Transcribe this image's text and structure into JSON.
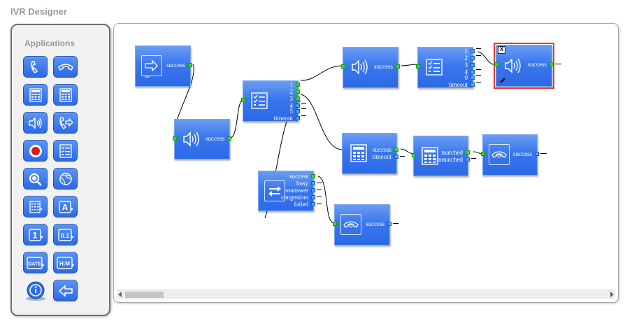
{
  "header": {
    "title": "IVR Designer"
  },
  "palette": {
    "title": "Applications",
    "items": [
      {
        "icon": "phone-answer-icon"
      },
      {
        "icon": "phone-hangup-icon"
      },
      {
        "icon": "calculator-icon"
      },
      {
        "icon": "calculator-alt-icon"
      },
      {
        "icon": "speaker-icon"
      },
      {
        "icon": "phone-transfer-icon"
      },
      {
        "icon": "record-icon"
      },
      {
        "icon": "menu-list-icon"
      },
      {
        "icon": "speech-recognition-icon"
      },
      {
        "icon": "globe-icon"
      },
      {
        "icon": "say-digits-icon",
        "label": ""
      },
      {
        "icon": "say-alpha-icon",
        "label": "A"
      },
      {
        "icon": "say-number-icon",
        "label": "1"
      },
      {
        "icon": "say-decimal-icon",
        "label": "0.1"
      },
      {
        "icon": "say-date-icon",
        "label": "DATE"
      },
      {
        "icon": "say-time-icon",
        "label": "H:M"
      },
      {
        "icon": "info-icon"
      },
      {
        "icon": "back-arrow-icon"
      }
    ]
  },
  "canvas": {
    "nodes": {
      "start": {
        "icon": "start-arrow-icon",
        "icon_caption": "start",
        "ports": [
          "success"
        ]
      },
      "playback1": {
        "icon": "speaker-icon",
        "ports": [
          "success"
        ]
      },
      "menu1": {
        "icon": "menu-list-icon",
        "ports": [
          "1",
          "2",
          "3",
          "4",
          "5",
          "timeout"
        ]
      },
      "playback2": {
        "icon": "speaker-icon",
        "ports": [
          "success"
        ]
      },
      "menu2": {
        "icon": "menu-list-icon",
        "ports": [
          "1",
          "2",
          "3",
          "4",
          "0",
          "timeout"
        ]
      },
      "playback3": {
        "icon": "speaker-icon",
        "ports": [
          "success"
        ],
        "close_label": "X"
      },
      "calc1": {
        "icon": "calculator-icon",
        "ports": [
          "success",
          "timeout"
        ]
      },
      "calc2": {
        "icon": "calculator-icon",
        "ports": [
          "matched",
          "unmatched"
        ]
      },
      "hangup1": {
        "icon": "phone-hangup-icon",
        "ports": [
          "success"
        ]
      },
      "dial": {
        "icon": "phone-transfer-icon",
        "ports": [
          "success",
          "busy",
          "noanswer",
          "congestion",
          "failed"
        ]
      },
      "hangup2": {
        "icon": "phone-hangup-icon",
        "ports": [
          "success"
        ]
      }
    }
  },
  "colors": {
    "node": "#2c69e6",
    "port_connected": "#2ee022",
    "port_open": "#4ca3ff",
    "selected_outline": "#e33333"
  }
}
